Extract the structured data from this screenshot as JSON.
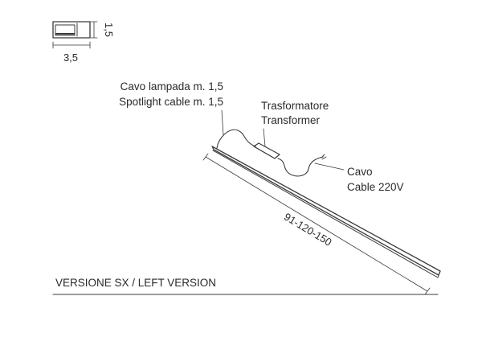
{
  "section": {
    "width": "3,5",
    "height": "1,5"
  },
  "labels": {
    "lamp_cable_it": "Cavo lampada m. 1,5",
    "lamp_cable_en": "Spotlight cable m. 1,5",
    "transformer_it": "Trasformatore",
    "transformer_en": "Transformer",
    "cable_it": "Cavo",
    "cable_en": "Cable 220V",
    "length": "91-120-150",
    "version": "VERSIONE SX / LEFT VERSION"
  },
  "colors": {
    "line": "#3a3a3a",
    "text": "#2a2a2a",
    "background": "#ffffff"
  }
}
